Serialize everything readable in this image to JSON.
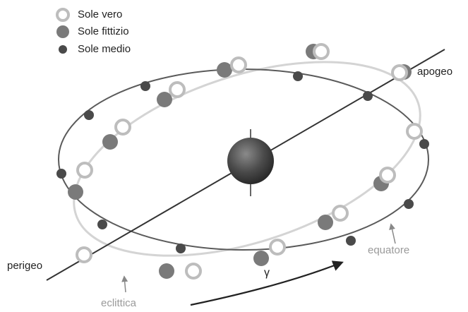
{
  "legend": {
    "true_sun": "Sole vero",
    "fictitious_sun": "Sole fittizio",
    "mean_sun": "Sole medio"
  },
  "labels": {
    "apogee": "apogeo",
    "perigee": "perigeo",
    "equator": "equatore",
    "ecliptic": "eclittica",
    "vernal_point": "γ"
  },
  "colors": {
    "true_sun_outer": "#bdbdbd",
    "true_sun_inner": "#ffffff",
    "fictitious_sun": "#7a7a7a",
    "mean_sun": "#4a4a4a",
    "orbit_line": "#5a5a5a",
    "ecliptic_line": "#d4d4d4",
    "earth": "#3c3c3c"
  }
}
